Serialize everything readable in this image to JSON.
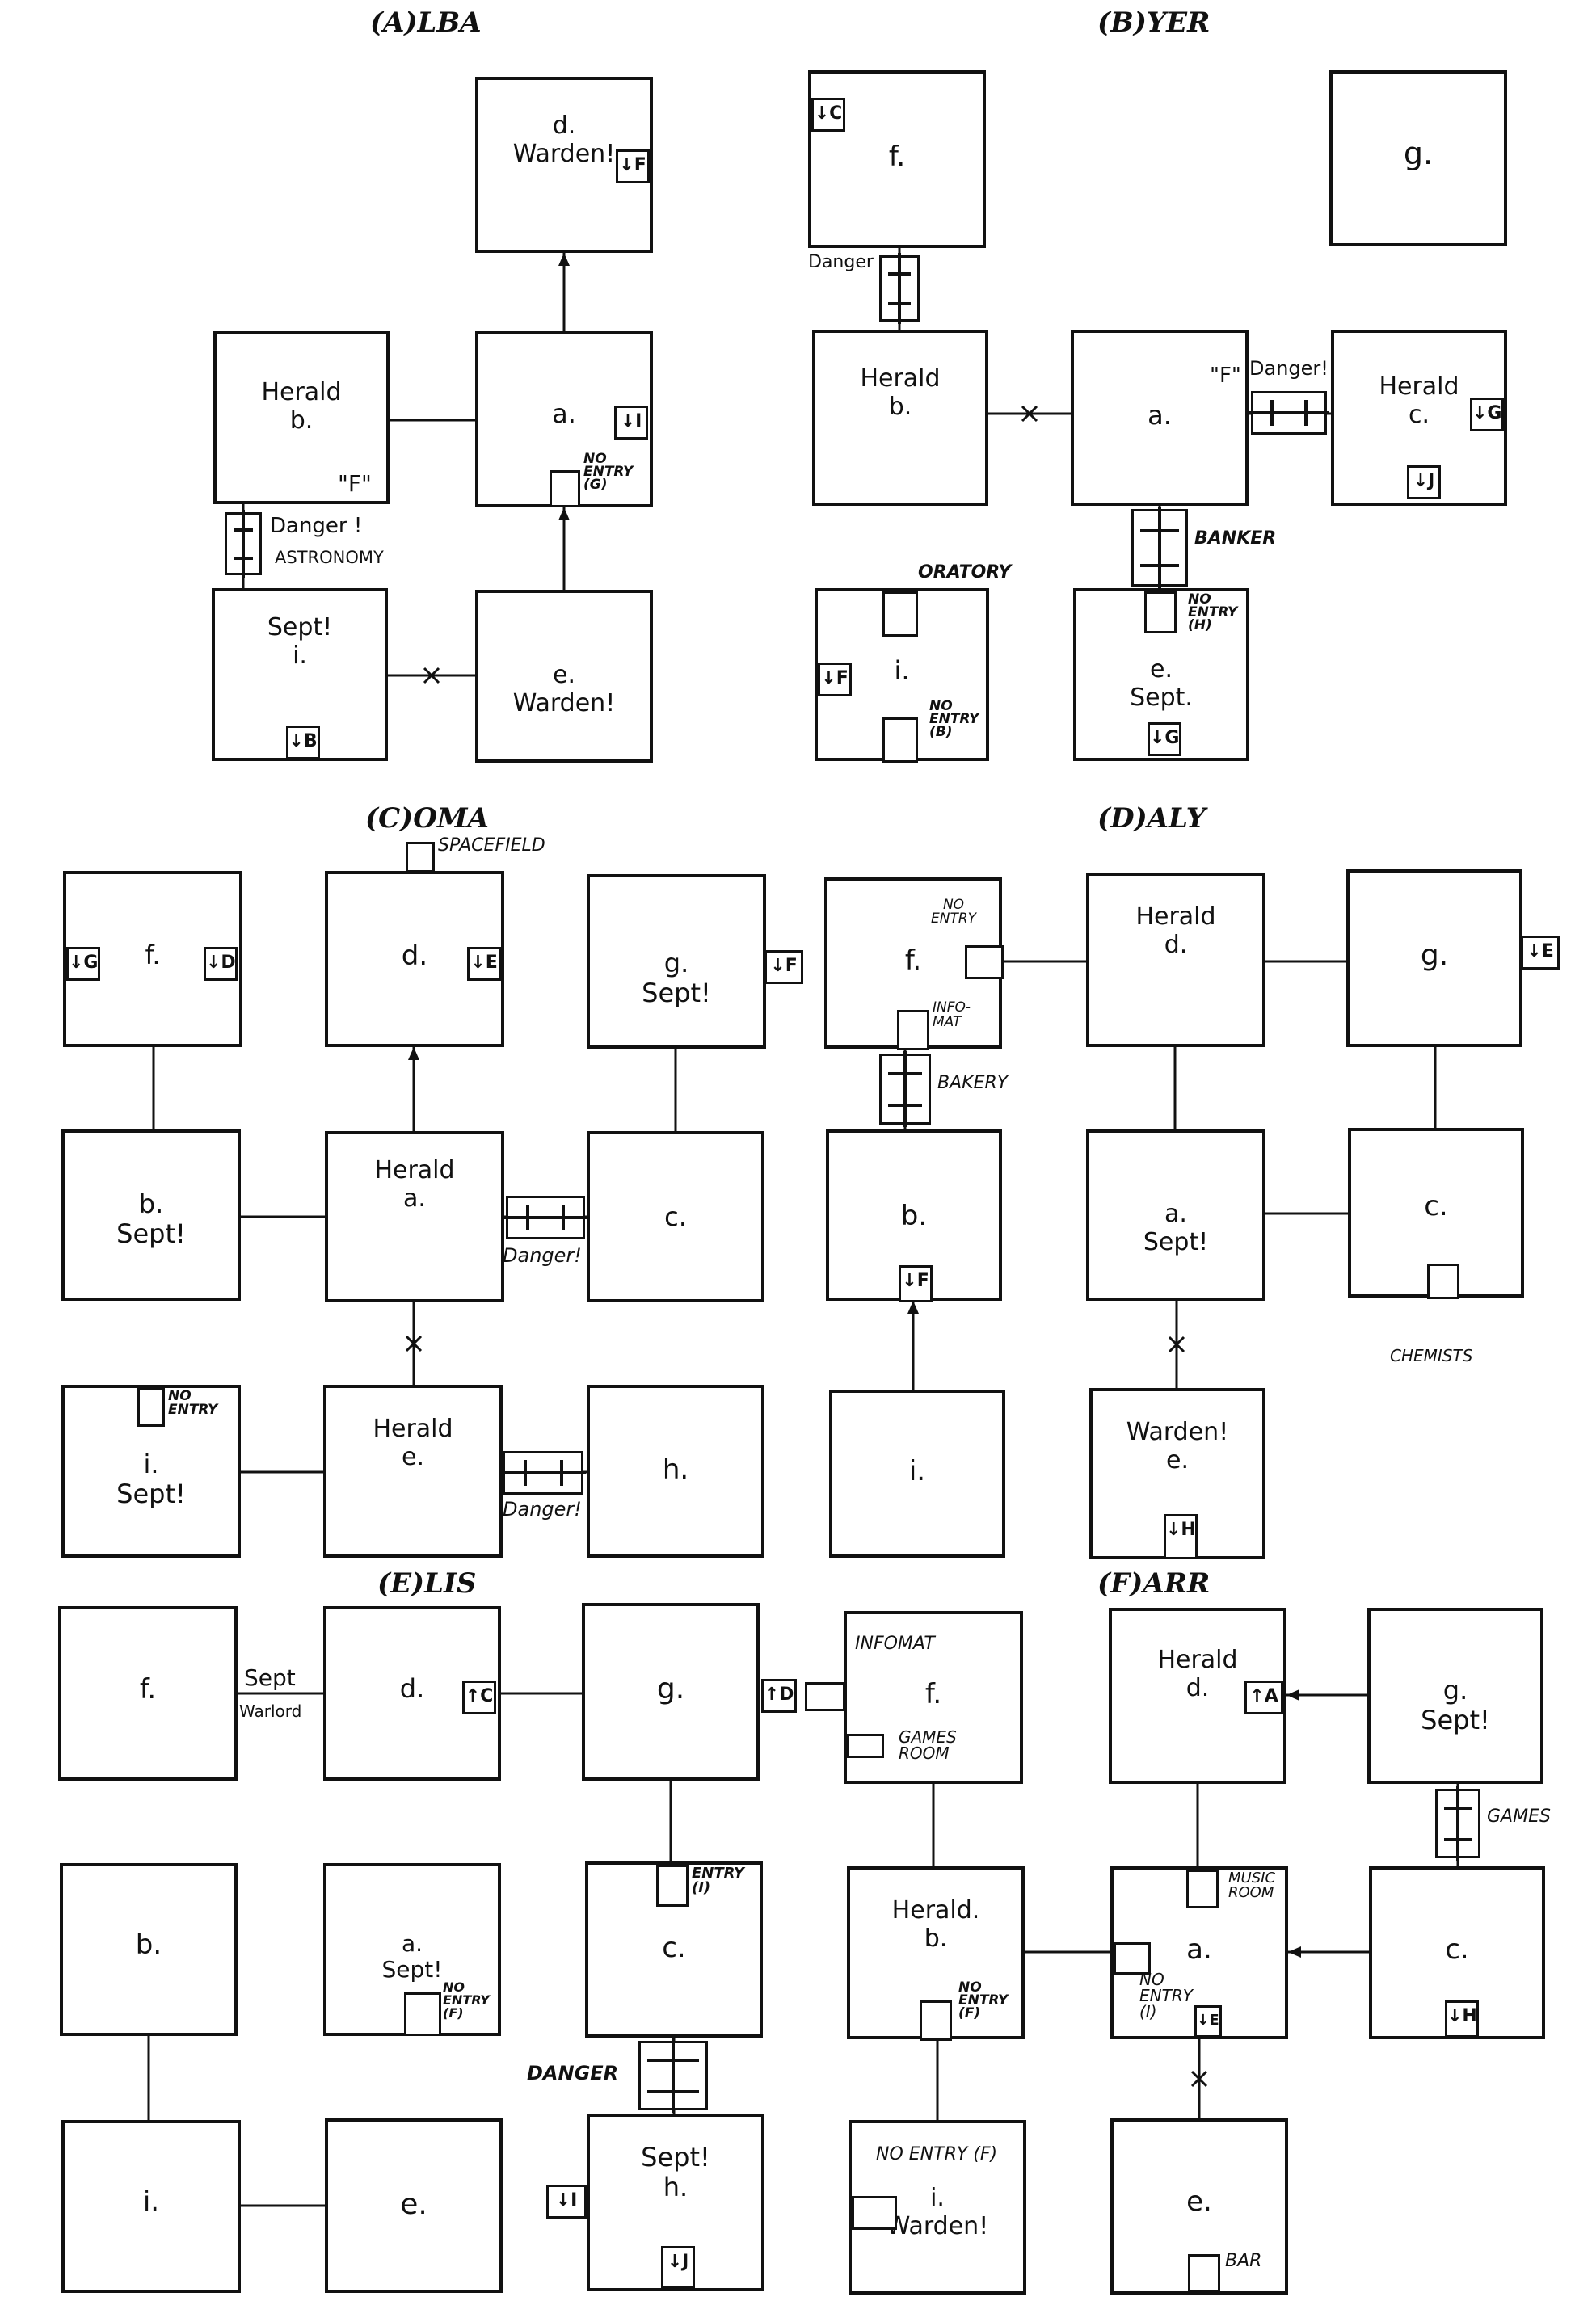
{
  "sections": [
    {
      "id": "A",
      "title": "(A)LBA"
    },
    {
      "id": "B",
      "title": "(B)YER"
    },
    {
      "id": "C",
      "title": "(C)OMA"
    },
    {
      "id": "D",
      "title": "(D)ALY"
    },
    {
      "id": "E",
      "title": "(E)LIS"
    },
    {
      "id": "F",
      "title": "(F)ARR"
    }
  ],
  "rooms": {
    "A_d": "d.\nWarden!",
    "A_b": "Herald\nb.",
    "A_a": "a.",
    "A_i": "Sept!\ni.",
    "A_e": "e.\nWarden!",
    "B_f": "f.",
    "B_g": "g.",
    "B_b": "Herald\nb.",
    "B_a": "a.",
    "B_c": "Herald\nc.",
    "B_i": "i.",
    "B_e": "e.\nSept.",
    "C_f": "f.",
    "C_d": "d.",
    "C_g": "g.\nSept!",
    "C_b": "b.\nSept!",
    "C_a": "Herald\na.",
    "C_c": "c.",
    "C_i": "i.\nSept!",
    "C_e": "Herald\ne.",
    "C_h": "h.",
    "D_f": "f.",
    "D_d": "Herald\nd.",
    "D_g": "g.",
    "D_b": "b.",
    "D_a": "a.\nSept!",
    "D_c": "c.",
    "D_i": "i.",
    "D_e": "Warden!\ne.",
    "E_f": "f.",
    "E_d": "d.",
    "E_g": "g.",
    "E_b": "b.",
    "E_a": "a.\nSept!",
    "E_c": "c.",
    "E_i": "i.",
    "E_e": "e.",
    "E_h": "Sept!\nh.",
    "F_f": "f.",
    "F_d": "Herald\nd.",
    "F_g": "g.\nSept!",
    "F_b": "Herald.\nb.",
    "F_a": "a.",
    "F_c": "c.",
    "F_i": "i.\nWarden!",
    "F_e": "e."
  },
  "tags": {
    "A_d": "↓F",
    "A_a": "↓I",
    "A_i": "↓B",
    "B_f": "↓C",
    "B_c": "↓G",
    "B_c2": "↓J",
    "B_i": "↓F",
    "B_e": "↓G",
    "C_f1": "↓G",
    "C_f2": "↓D",
    "C_d": "↓E",
    "C_g": "↓F",
    "D_g": "↓E",
    "D_b": "↓F",
    "D_e": "↓H",
    "E_d": "↑C",
    "E_g": "↑D",
    "E_h1": "↓I",
    "E_h2": "↓J",
    "F_d": "↑A",
    "F_c": "↓H",
    "F_a": "↓E"
  },
  "notes": {
    "a_f": "\"F\"",
    "a_danger": "Danger !",
    "a_astronomy": "ASTRONOMY",
    "a_noentry": "NO\nENTRY\n(G)",
    "b_danger1": "Danger",
    "b_f": "\"F\"",
    "b_danger2": "Danger!",
    "b_banker": "BANKER",
    "b_oratory": "ORATORY",
    "b_noentry_h": "NO\nENTRY\n(H)",
    "b_noentry_b": "NO\nENTRY\n(B)",
    "c_spacefield": "SPACEFIELD",
    "c_danger1": "Danger!",
    "c_danger2": "Danger!",
    "c_noentry": "NO\nENTRY",
    "d_noentry": "NO\nENTRY",
    "d_infomat": "INFO-\nMAT",
    "d_bakery": "BAKERY",
    "d_chemists": "CHEMISTS",
    "e_sept": "Sept",
    "e_warlord": "Warlord",
    "e_entry": "ENTRY\n(I)",
    "e_noentry": "NO\nENTRY\n(F)",
    "e_danger": "DANGER",
    "f_infomat": "INFOMAT",
    "f_games_room": "GAMES\nROOM",
    "f_games": "GAMES",
    "f_music": "MUSIC\nROOM",
    "f_noentry_b": "NO\nENTRY\n(F)",
    "f_noentry_a": "NO\nENTRY\n(I)",
    "f_noentry_i": "NO ENTRY (F)",
    "f_bar": "BAR"
  }
}
